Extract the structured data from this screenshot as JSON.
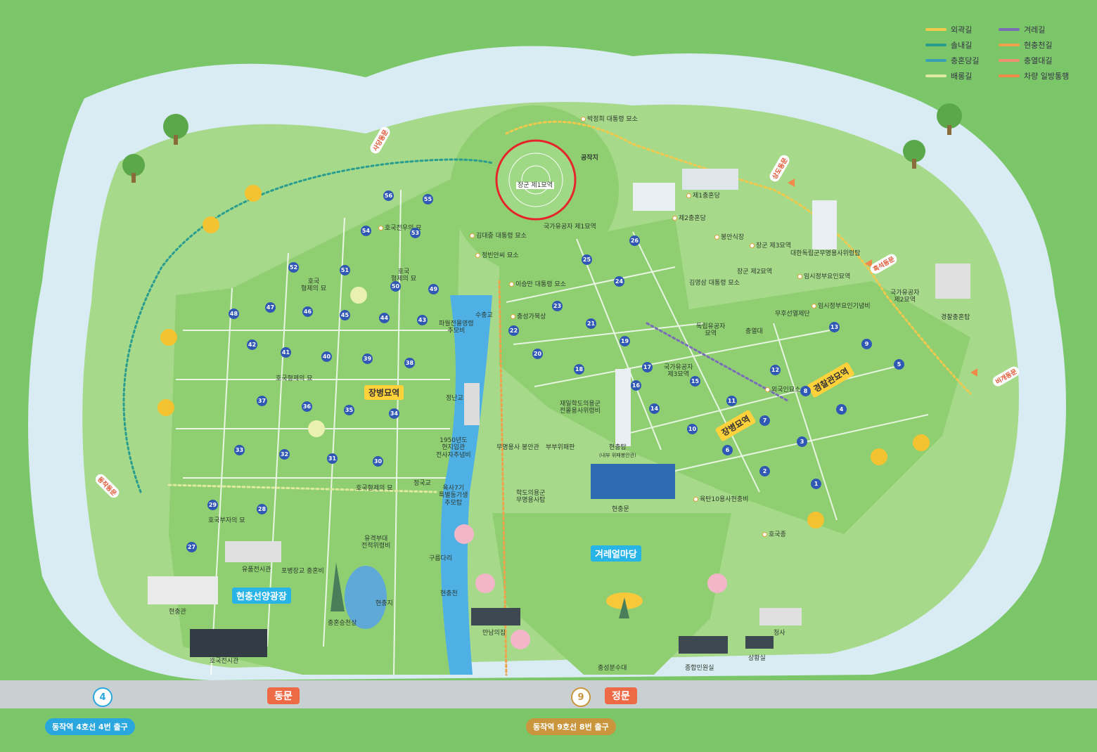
{
  "legend": [
    {
      "label": "외곽길",
      "color": "#f2c94c"
    },
    {
      "label": "겨레길",
      "color": "#7a6db8"
    },
    {
      "label": "솔내길",
      "color": "#2a9d8f"
    },
    {
      "label": "현충천길",
      "color": "#f0a24a"
    },
    {
      "label": "충혼당길",
      "color": "#3a9fb6"
    },
    {
      "label": "충열대길",
      "color": "#ef8f6f"
    },
    {
      "label": "배롱길",
      "color": "#dfe9a0"
    },
    {
      "label": "차량 일방통행",
      "color": "#f08a4b"
    }
  ],
  "zones": {
    "jangbyeong_left": "장병묘역",
    "jangbyeong_right": "장병묘역",
    "police": "경찰관묘역",
    "gyeore": "겨레얼마당",
    "hyeonchung_plaza": "현충선양광장"
  },
  "gates": {
    "sadang": "사당동문",
    "dongjak": "동작동문",
    "sangdo": "상도동문",
    "heukseok": "흑석동문",
    "bigae": "비개동문"
  },
  "places": {
    "park_tomb": "박정희 대통령 묘소",
    "gongjakji": "공작지",
    "general1": "장군 제1묘역",
    "merit1": "국가유공자 제1묘역",
    "kim_tomb": "김대중 대통령 묘소",
    "jangbin": "정빈안씨 묘소",
    "rhee_tomb": "이승만 대통령 묘소",
    "chunghon1": "제1충혼당",
    "chunghon2": "제2충혼당",
    "bongan": "봉안식장",
    "general3": "장군 제3묘역",
    "independence_tower": "대한독립군무명용사위령탑",
    "general2": "장군 제2묘역",
    "kim_ys": "김영삼 대통령 묘소",
    "provisional": "임시정부요인묘역",
    "musu": "무후선열제단",
    "provisional_memorial": "임시정부요인기념비",
    "merit2": "국가유공자\n제2묘역",
    "police_tower": "경찰충혼탑",
    "independence_merit": "독립유공자\n묘역",
    "chungyeoldae": "충열대",
    "merit3": "국가유공자\n제3묘역",
    "foreign": "외국인묘소",
    "chungseong": "충성가북상",
    "pawol": "파월전몰영령\n추모비",
    "jaeil": "재일학도의용군\n전몰용사위령비",
    "musa_bongan": "무명용사 봉안관",
    "bubu": "부부위패판",
    "hyeonchungtap": "현충탑",
    "hyeonchungtap_sub": "(내부 위패봉안관)",
    "hakdo": "학도의용군\n무명용사탑",
    "hyeonchungmun": "현충문",
    "yuktan": "육탄10용사현충비",
    "hoguk_bell": "호국종",
    "hoguk_soul": "호국전우의 묘",
    "brothers1": "호국\n형제의 묘",
    "brothers2": "호국\n형제의 묘",
    "brothers3": "호국형제의 묘",
    "brothers4": "호국형제의 묘",
    "couple": "호국부자의 묘",
    "yupum": "유품전시관",
    "pobyeong": "포병장교 충혼비",
    "hyeonchunggwan": "현충관",
    "hoguk_exhibit": "호국전시관",
    "guerrilla": "유격부대\n전적위령비",
    "chunghon_statue": "충혼승천상",
    "hyeonchungji": "현충지",
    "suchunggyo": "수충교",
    "jeongnangyo": "정난교",
    "jeongguk": "정국교",
    "memorial1950": "1950년도\n현지입관\n전사자추념비",
    "yuksa": "육사7기\n특별동기생\n추모탑",
    "gureum": "구름다리",
    "hyeonchungcheon": "현충천",
    "mannam": "만남의집",
    "fountain": "충성분수대",
    "civil": "종합민원실",
    "office": "청사",
    "reception": "상황실"
  },
  "plots": [
    "1",
    "2",
    "3",
    "4",
    "5",
    "6",
    "7",
    "8",
    "9",
    "10",
    "11",
    "12",
    "13",
    "14",
    "15",
    "16",
    "17",
    "18",
    "19",
    "20",
    "21",
    "22",
    "23",
    "24",
    "25",
    "26",
    "27",
    "28",
    "29",
    "30",
    "31",
    "32",
    "33",
    "34",
    "35",
    "36",
    "37",
    "38",
    "39",
    "40",
    "41",
    "42",
    "43",
    "44",
    "45",
    "46",
    "47",
    "48",
    "49",
    "50",
    "51",
    "52",
    "53",
    "54",
    "55",
    "56"
  ],
  "bottom": {
    "gate_east": "동문",
    "gate_main": "정문",
    "line4_num": "4",
    "line9_num": "9",
    "line4_exit": "동작역 4호선 4번 출구",
    "line9_exit": "동작역 9호선 8번 출구",
    "line4_color": "#2ba7df",
    "line9_color": "#c9963d"
  },
  "highlight_color": "#e3262a"
}
